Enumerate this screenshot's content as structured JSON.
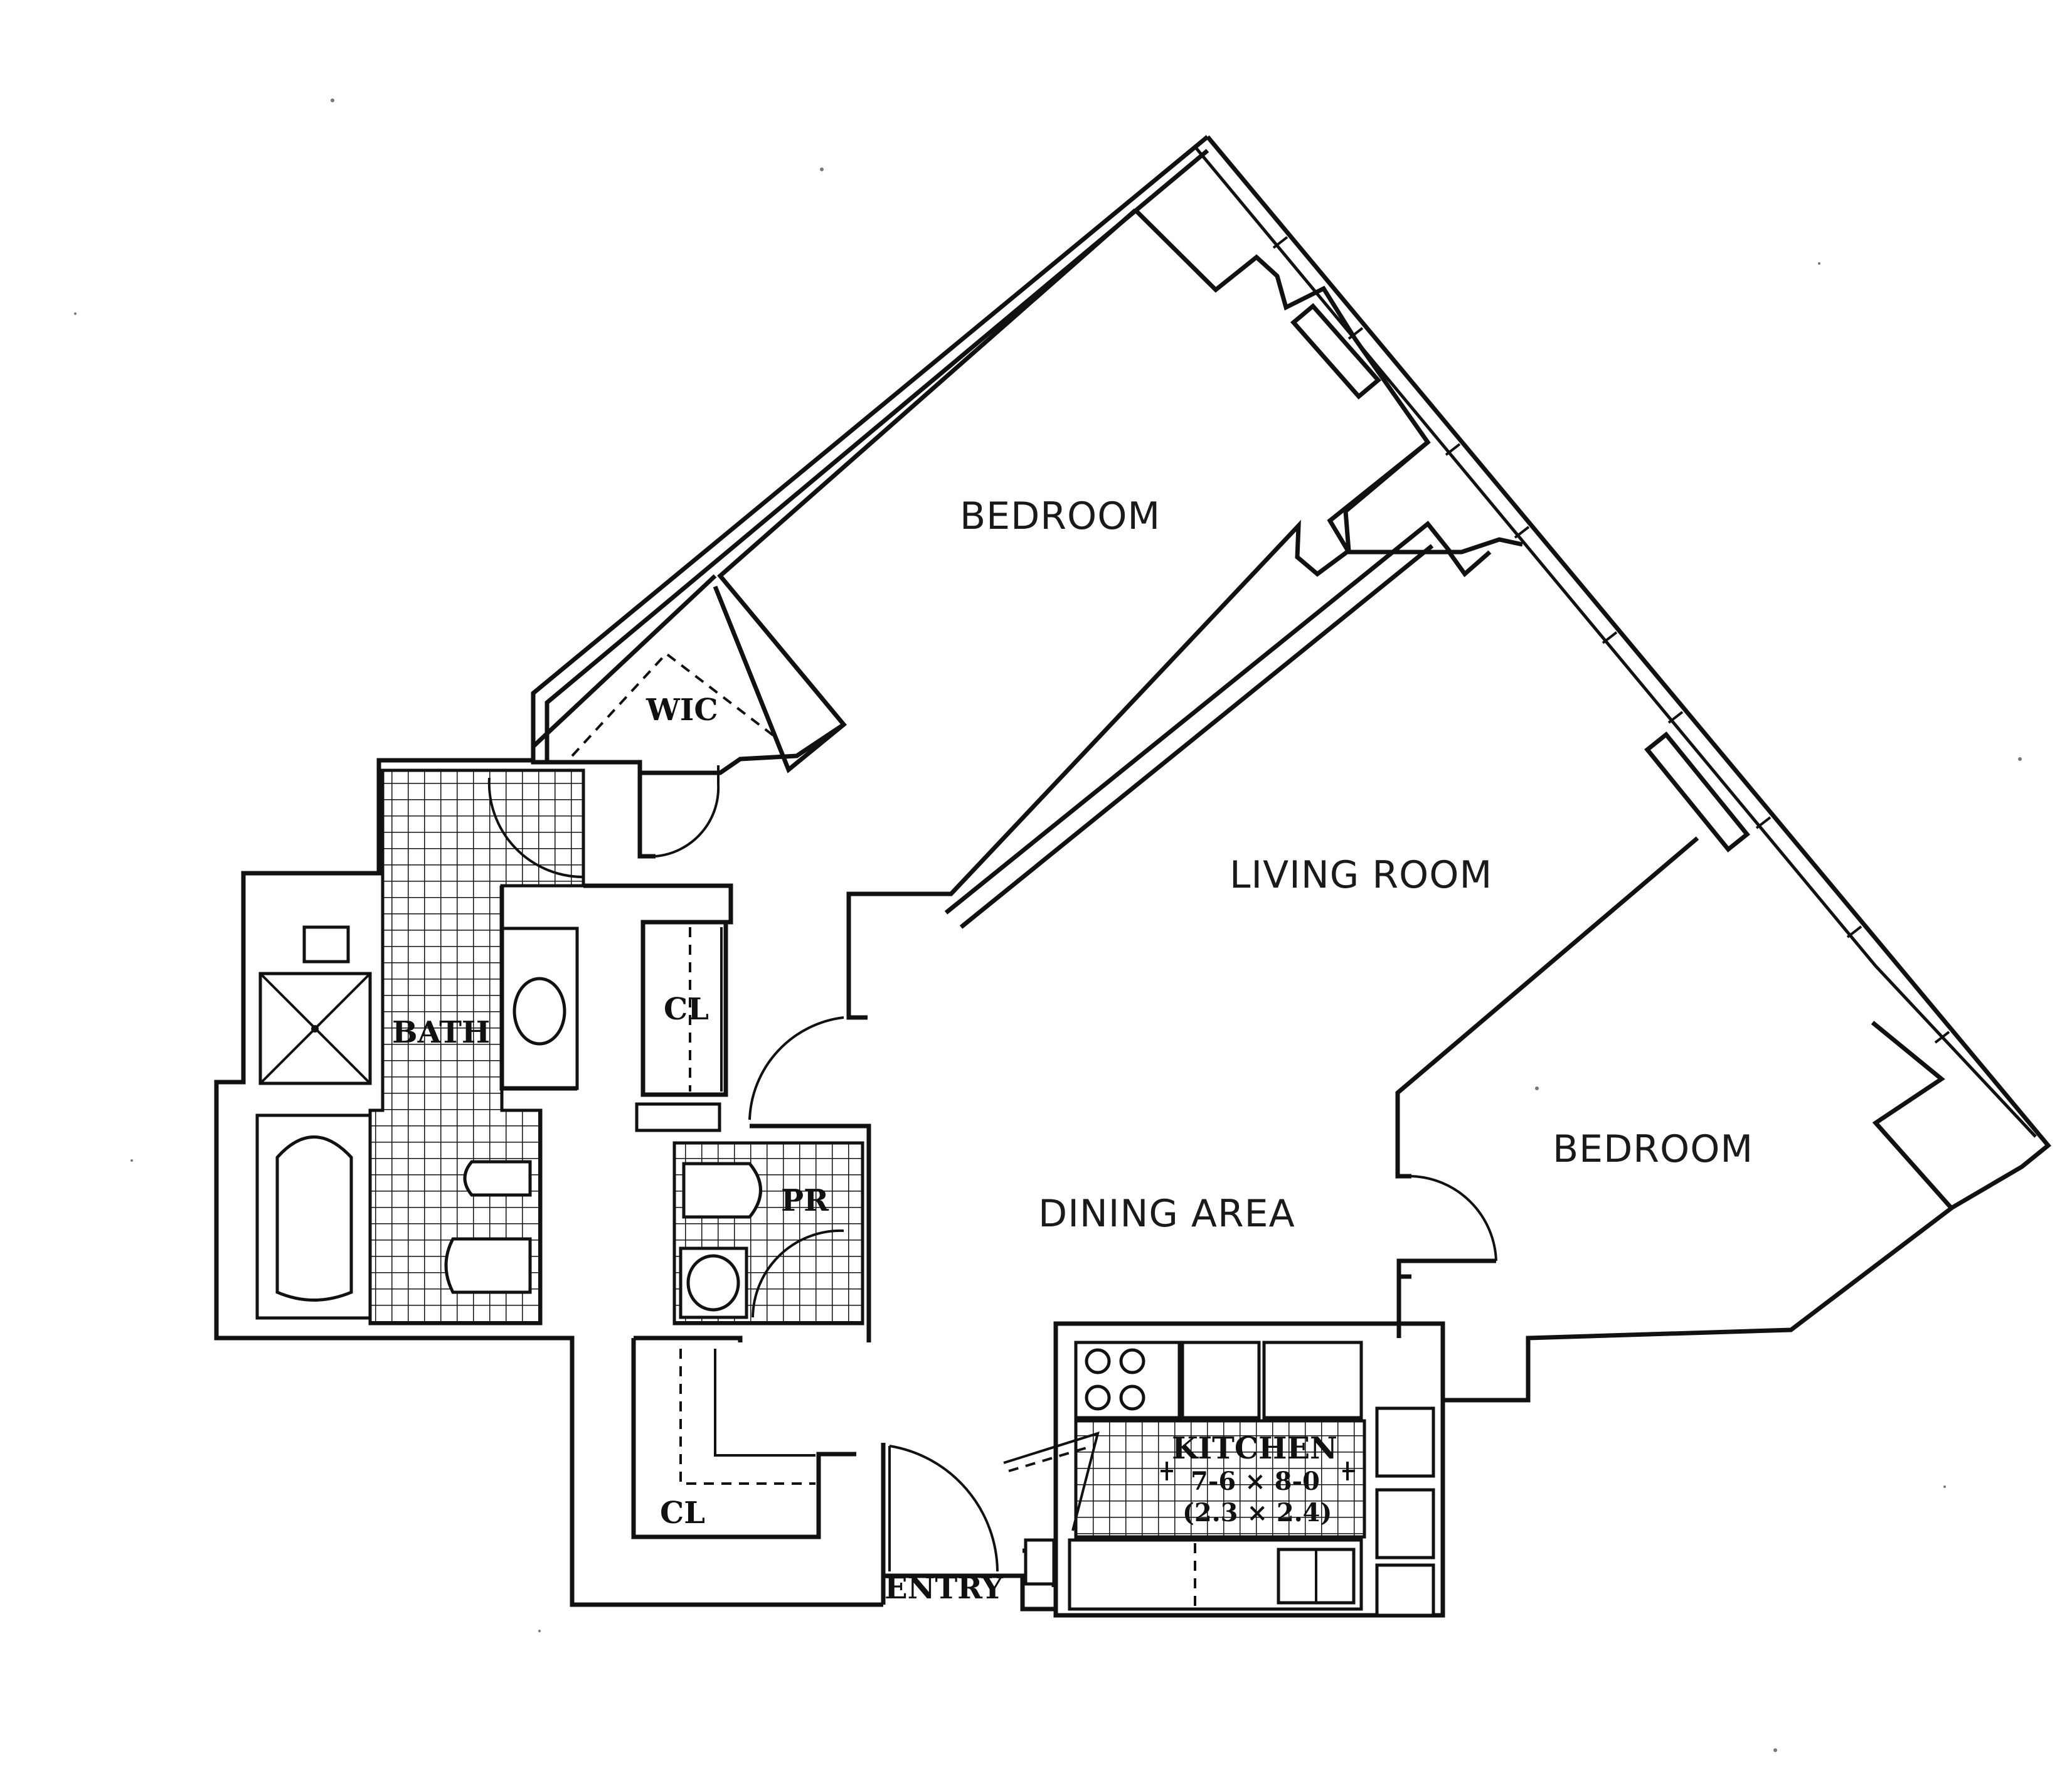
{
  "rooms": {
    "bedroom_upper": "BEDROOM",
    "living_room": "LIVING ROOM",
    "bedroom_right": "BEDROOM",
    "dining_area": "DINING AREA",
    "wic": "WIC",
    "bath": "BATH",
    "closet_upper": "CL",
    "powder_room": "PR",
    "closet_lower": "CL",
    "entry": "ENTRY",
    "kitchen": "KITCHEN"
  },
  "kitchen_dims": {
    "imperial": "7-6 × 8-0",
    "metric": "(2.3 × 2.4)"
  },
  "colors": {
    "line": "#111111",
    "background": "#ffffff"
  }
}
